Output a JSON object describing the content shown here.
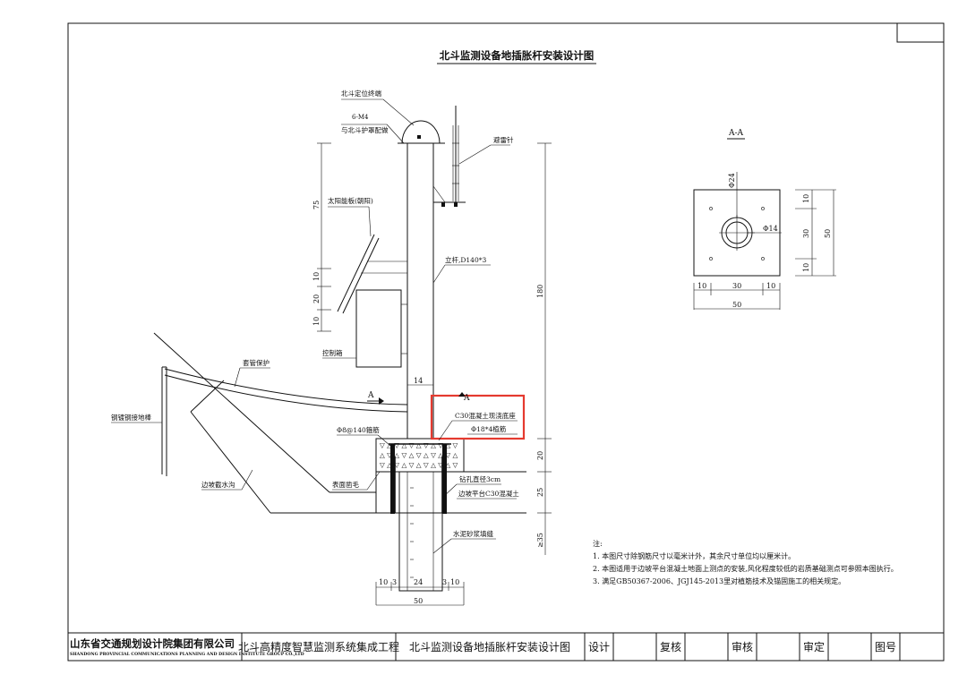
{
  "drawing": {
    "title": "北斗监测设备地插胀杆安装设计图",
    "section_label": "A-A",
    "section_mark_left": "A",
    "section_mark_right": "A",
    "labels": {
      "beidou_terminal": "北斗定位终端",
      "m4_bolts": "6-M4",
      "m4_bolts_desc": "与北斗护罩配做",
      "lightning_rod": "避雷针",
      "solar_panel": "太阳能板(朝阳)",
      "pole": "立杆,D140*3",
      "control_box": "控制箱",
      "conduit": "套管保护",
      "ground_stake": "钢镀钢接地棒",
      "foundation": "C30混凝土现浇底座",
      "anchor_bar": "Φ18*4植筋",
      "stirrup": "Φ8@140箍筋",
      "surface_rough": "表面凿毛",
      "drain_ditch": "边坡截水沟",
      "drill_hole": "钻孔直径3cm",
      "slope_platform": "边坡平台C30混凝土",
      "grout": "水泥砂浆填缝"
    },
    "dims": {
      "d75": "75",
      "d10a": "10",
      "d20a": "20",
      "d10b": "10",
      "d180": "180",
      "d14": "14",
      "d20b": "20",
      "d25": "25",
      "d35": "≥35",
      "b10a": "10",
      "b3a": "3",
      "b24": "24",
      "b3b": "3",
      "b10b": "10",
      "b50": "50",
      "phi24": "Φ24",
      "phi14": "Φ14",
      "s10a": "10",
      "s30": "30",
      "s10b": "10",
      "s50": "50",
      "r10a": "10",
      "r30": "30",
      "r10b": "10",
      "r50": "50"
    },
    "notes": {
      "heading": "注:",
      "n1": "1. 本图尺寸除钢筋尺寸以毫米计外，其余尺寸单位均以厘米计。",
      "n2": "2. 本图适用于边坡平台混凝土地面上测点的安装,风化程度较低的岩质基础测点可参照本图执行。",
      "n3": "3. 满足GB50367-2006、JGJ145-2013里对植筋技术及锚固施工的相关规定。"
    }
  },
  "title_block": {
    "company_cn": "山东省交通规划设计院集团有限公司",
    "company_en": "SHANDONG PROVINCIAL COMMUNICATIONS PLANNING AND DESIGN INSTITUTE GROUP CO.,LTD",
    "project": "北斗高精度智慧监测系统集成工程",
    "drawing_name": "北斗监测设备地插胀杆安装设计图",
    "design": "设计",
    "review": "复核",
    "audit": "审核",
    "approve": "审定",
    "drawing_no": "图号"
  },
  "colors": {
    "line": "#111111",
    "highlight": "#e53a2f",
    "background": "#ffffff"
  }
}
